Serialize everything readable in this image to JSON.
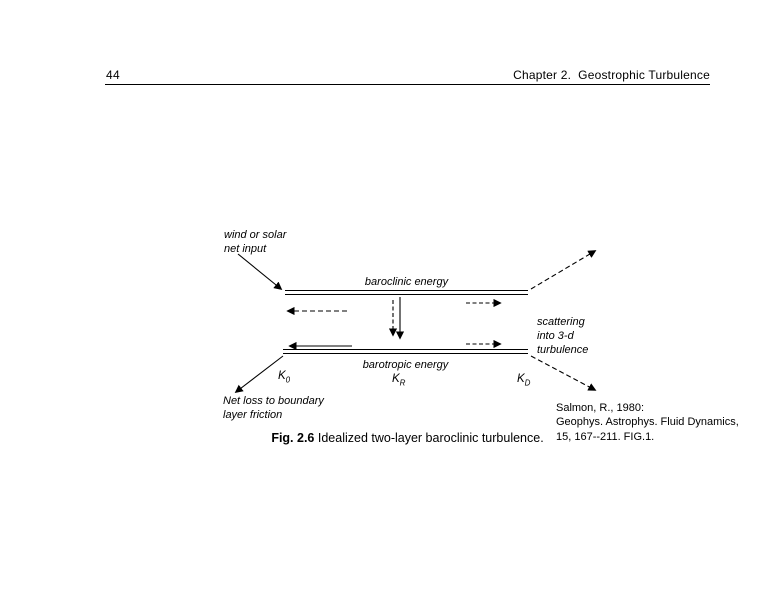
{
  "page": {
    "number": "44",
    "chapter_header": "Chapter 2.  Geostrophic Turbulence"
  },
  "diagram": {
    "wind_input": "wind or solar\nnet input",
    "baroclinic_label": "baroclinic energy",
    "barotropic_label": "barotropic energy",
    "scattering_label": "scattering\ninto 3-d\nturbulence",
    "net_loss_label": "Net loss to boundary\nlayer friction",
    "k_labels": [
      {
        "base": "K",
        "sub": "0"
      },
      {
        "base": "K",
        "sub": "R"
      },
      {
        "base": "K",
        "sub": "D"
      }
    ],
    "citation": "Salmon, R., 1980:\nGeophys. Astrophys. Fluid Dynamics,\n15, 167--211. FIG.1."
  },
  "caption": {
    "label": "Fig. 2.6",
    "text": " Idealized two-layer baroclinic turbulence."
  }
}
